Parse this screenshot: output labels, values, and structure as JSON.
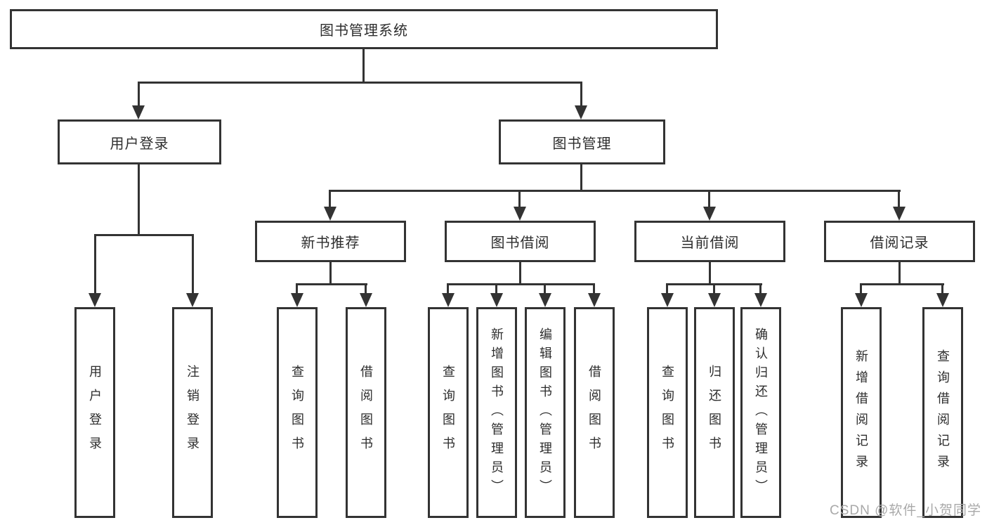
{
  "diagram": {
    "root": "图书管理系统",
    "level2": [
      "用户登录",
      "图书管理"
    ],
    "level3": [
      "新书推荐",
      "图书借阅",
      "当前借阅",
      "借阅记录"
    ],
    "leaves_user_login": [
      "用户登录",
      "注销登录"
    ],
    "leaves_new_book": [
      "查询图书",
      "借阅图书"
    ],
    "leaves_book_borrow": [
      "查询图书",
      "新增图书（管理员）",
      "编辑图书（管理员）",
      "借阅图书"
    ],
    "leaves_current_borrow": [
      "查询图书",
      "归还图书",
      "确认归还（管理员）"
    ],
    "leaves_borrow_record": [
      "新增借阅记录",
      "查询借阅记录"
    ]
  },
  "watermark": "CSDN @软件_小贺同学",
  "colors": {
    "line": "#333333",
    "box_border": "#333333",
    "text": "#2d2d2d",
    "watermark_text": "#a9a9a9",
    "background": "#ffffff"
  }
}
